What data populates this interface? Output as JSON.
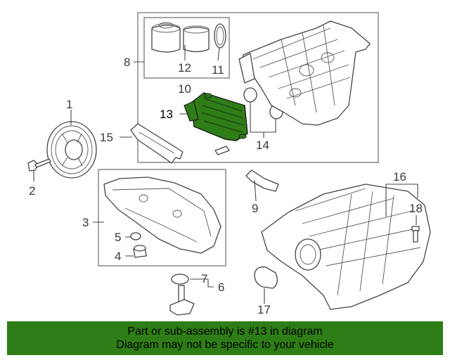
{
  "callouts": {
    "c1": "1",
    "c2": "2",
    "c3": "3",
    "c4": "4",
    "c5": "5",
    "c6": "6",
    "c7": "7",
    "c8": "8",
    "c9": "9",
    "c10": "10",
    "c11": "11",
    "c12": "12",
    "c13": "13",
    "c14": "14",
    "c15": "15",
    "c16": "16",
    "c17": "17",
    "c18": "18"
  },
  "highlight": {
    "part_number": "13",
    "color": "#2e7d16"
  },
  "banner": {
    "line1": "Part or sub-assembly is #13 in diagram",
    "line2": "Diagram may not be specific to your vehicle",
    "background": "#2e7d16"
  }
}
